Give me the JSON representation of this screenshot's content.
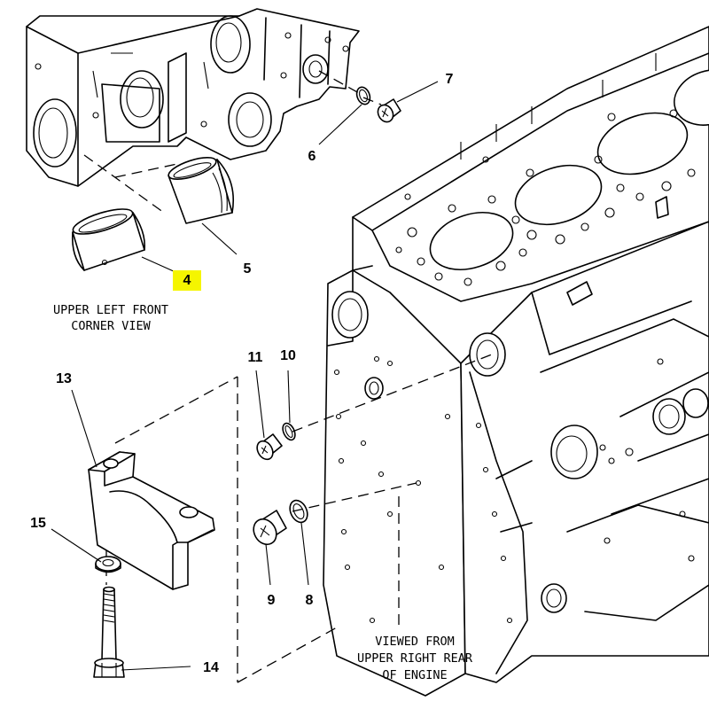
{
  "diagram": {
    "highlight_color": "#f5f500",
    "line_color": "#000000",
    "background_color": "#ffffff",
    "callouts": [
      {
        "id": "c4",
        "label": "4",
        "highlighted": true
      },
      {
        "id": "c5",
        "label": "5"
      },
      {
        "id": "c6",
        "label": "6"
      },
      {
        "id": "c7",
        "label": "7"
      },
      {
        "id": "c8",
        "label": "8"
      },
      {
        "id": "c9",
        "label": "9"
      },
      {
        "id": "c10",
        "label": "10"
      },
      {
        "id": "c11",
        "label": "11"
      },
      {
        "id": "c13",
        "label": "13"
      },
      {
        "id": "c14",
        "label": "14"
      },
      {
        "id": "c15",
        "label": "15"
      }
    ],
    "captions": {
      "upper_left": [
        "UPPER LEFT FRONT",
        "CORNER VIEW"
      ],
      "rear": [
        "VIEWED FROM",
        "UPPER RIGHT REAR",
        "OF ENGINE"
      ]
    }
  }
}
